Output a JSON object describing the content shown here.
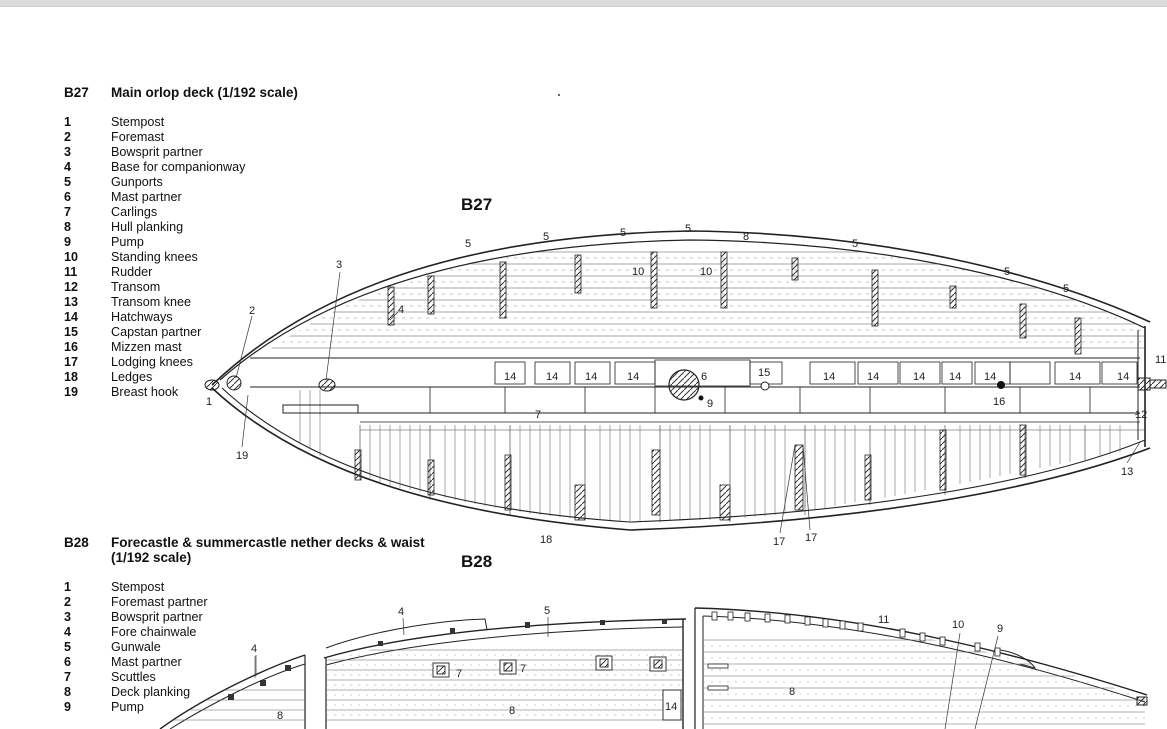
{
  "b27": {
    "code": "B27",
    "title": "Main orlop deck (1/192 scale)",
    "figure_label": "B27",
    "legend": [
      {
        "num": "1",
        "label": "Stempost"
      },
      {
        "num": "2",
        "label": "Foremast"
      },
      {
        "num": "3",
        "label": "Bowsprit partner"
      },
      {
        "num": "4",
        "label": "Base for companionway"
      },
      {
        "num": "5",
        "label": "Gunports"
      },
      {
        "num": "6",
        "label": "Mast partner"
      },
      {
        "num": "7",
        "label": "Carlings"
      },
      {
        "num": "8",
        "label": "Hull planking"
      },
      {
        "num": "9",
        "label": "Pump"
      },
      {
        "num": "10",
        "label": "Standing knees"
      },
      {
        "num": "11",
        "label": "Rudder"
      },
      {
        "num": "12",
        "label": "Transom"
      },
      {
        "num": "13",
        "label": "Transom knee"
      },
      {
        "num": "14",
        "label": "Hatchways"
      },
      {
        "num": "15",
        "label": "Capstan partner"
      },
      {
        "num": "16",
        "label": "Mizzen mast"
      },
      {
        "num": "17",
        "label": "Lodging knees"
      },
      {
        "num": "18",
        "label": "Ledges"
      },
      {
        "num": "19",
        "label": "Breast hook"
      }
    ],
    "callouts": [
      "5",
      "5",
      "5",
      "5",
      "8",
      "5",
      "5",
      "5",
      "3",
      "2",
      "10",
      "10",
      "4",
      "14",
      "14",
      "14",
      "14",
      "6",
      "15",
      "14",
      "14",
      "14",
      "14",
      "14",
      "14",
      "14",
      "11",
      "7",
      "9",
      "16",
      "12",
      "1",
      "19",
      "13",
      "18",
      "17",
      "17"
    ]
  },
  "b28": {
    "code": "B28",
    "title": "Forecastle & summercastle nether decks & waist (1/192 scale)",
    "figure_label": "B28",
    "legend": [
      {
        "num": "1",
        "label": "Stempost"
      },
      {
        "num": "2",
        "label": "Foremast partner"
      },
      {
        "num": "3",
        "label": "Bowsprit partner"
      },
      {
        "num": "4",
        "label": "Fore chainwale"
      },
      {
        "num": "5",
        "label": "Gunwale"
      },
      {
        "num": "6",
        "label": "Mast partner"
      },
      {
        "num": "7",
        "label": "Scuttles"
      },
      {
        "num": "8",
        "label": "Deck planking"
      },
      {
        "num": "9",
        "label": "Pump"
      }
    ],
    "callouts": [
      "4",
      "4",
      "5",
      "11",
      "10",
      "9",
      "7",
      "7",
      "8",
      "8",
      "8",
      "14"
    ]
  }
}
